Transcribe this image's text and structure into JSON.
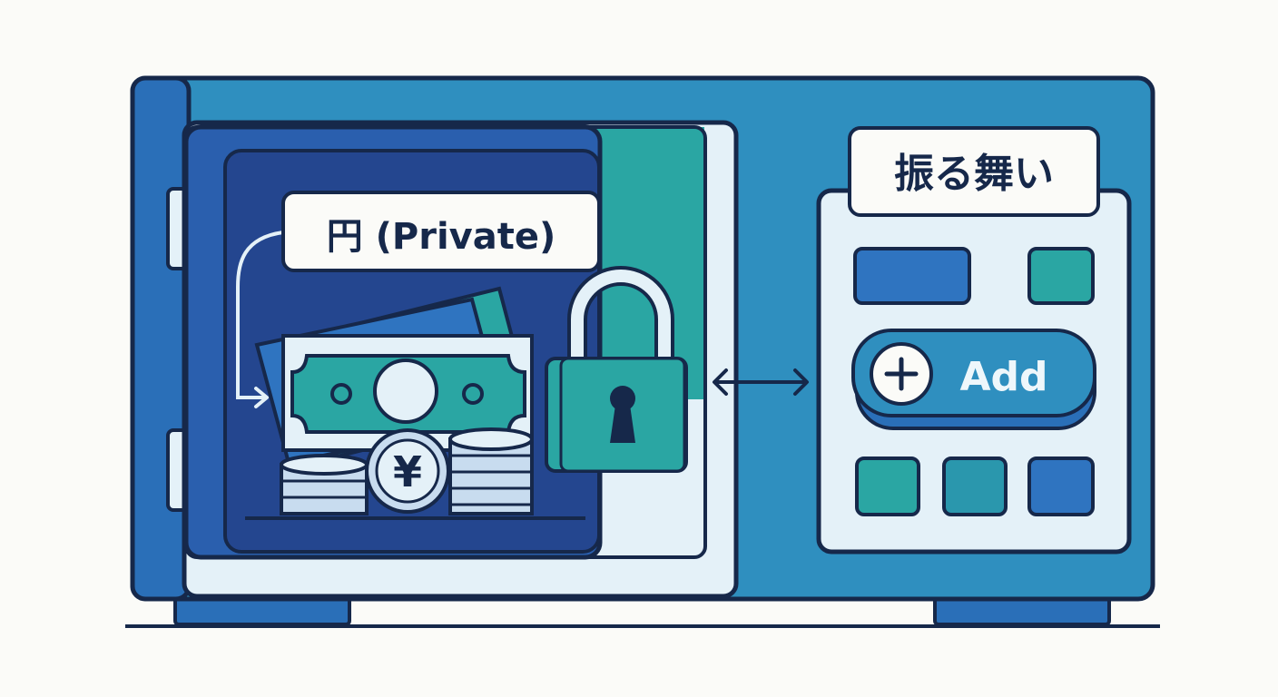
{
  "private_label": "円 (Private)",
  "behavior_label": "振る舞い",
  "add_button_label": "Add",
  "yen_symbol": "¥",
  "colors": {
    "outline": "#16284a",
    "safe_body": "#2f8fbf",
    "safe_side": "#2a6fb8",
    "door_inner": "#2a4f9e",
    "teal": "#2aa6a3",
    "light_panel": "#e4f1f8",
    "background": "#fbfbf8"
  },
  "icons": {
    "lock": "padlock-icon",
    "money": "banknote-icon",
    "coins": "coin-stack-icon",
    "add": "plus-circle-icon",
    "arrow": "double-arrow-icon"
  }
}
